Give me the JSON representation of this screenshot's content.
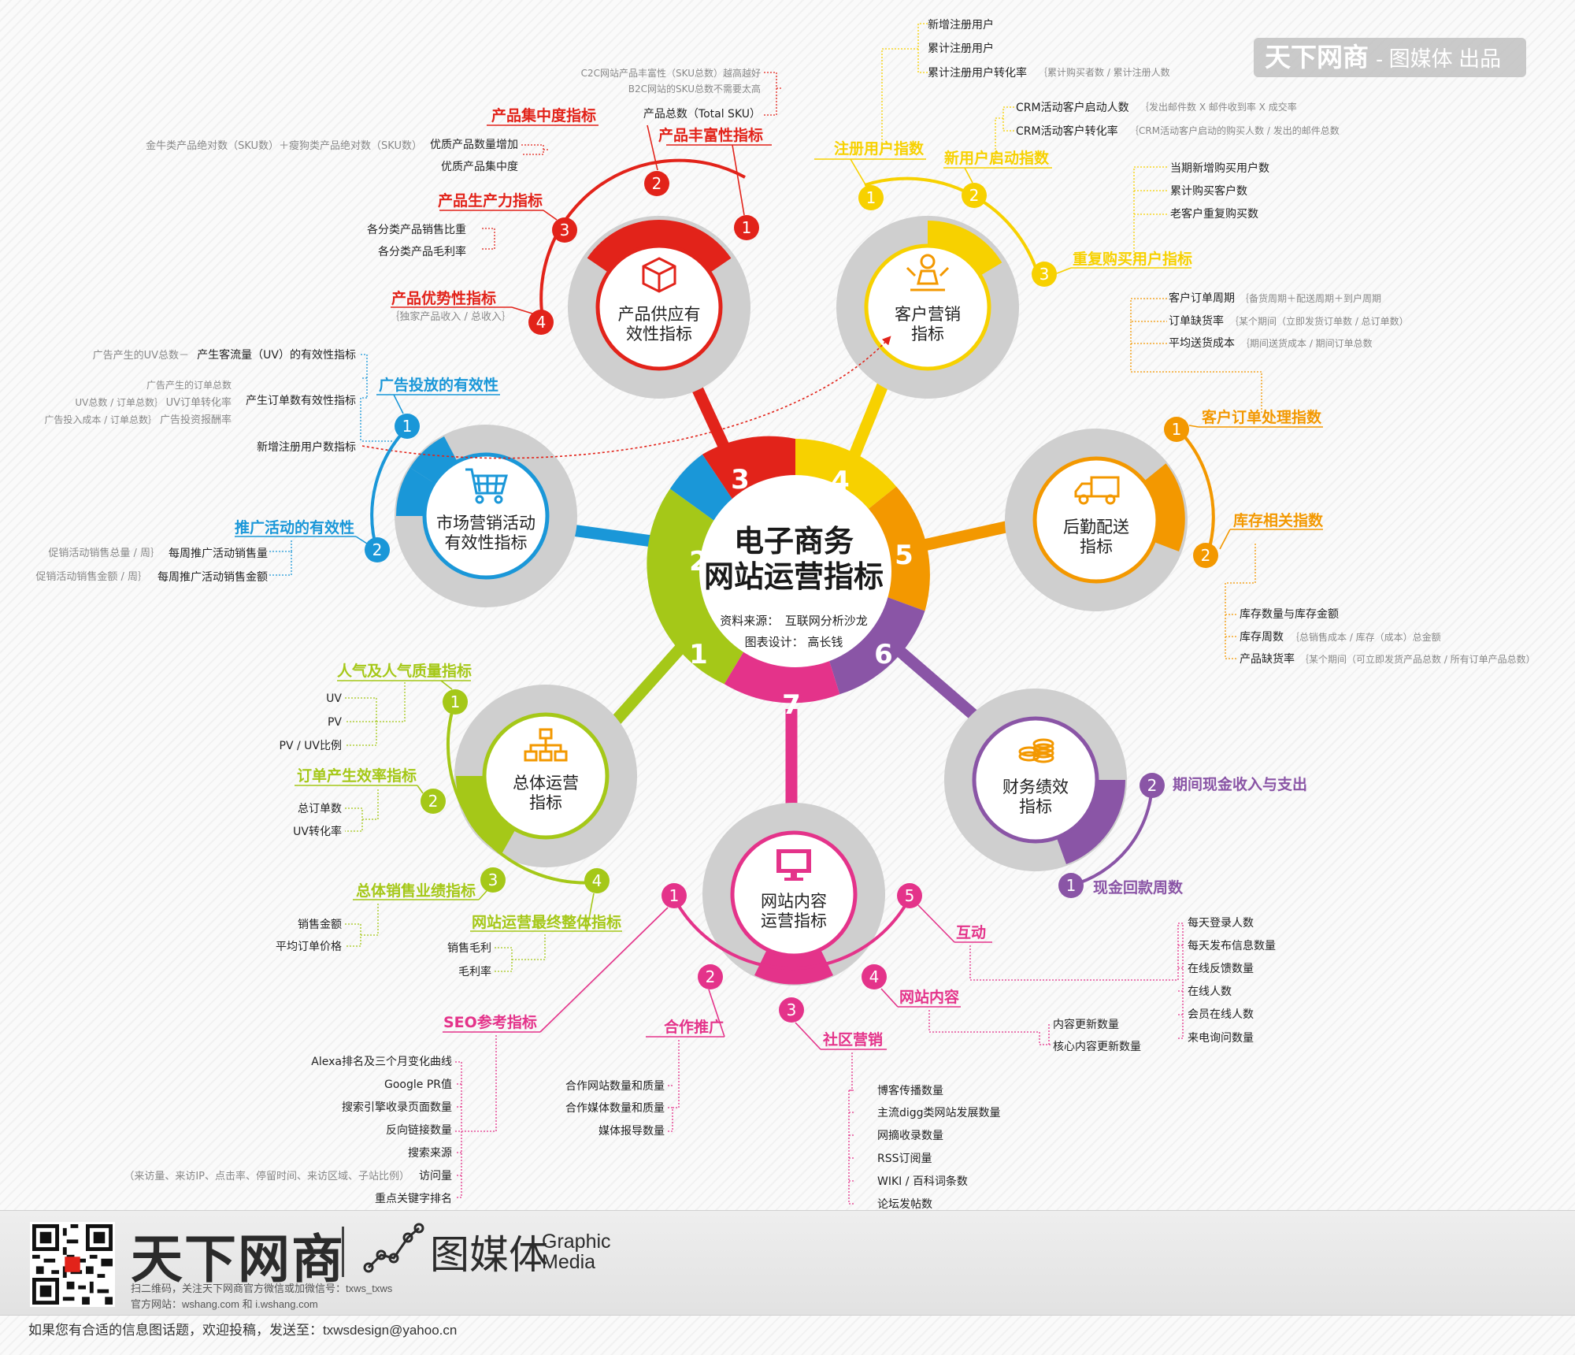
{
  "center": {
    "title_line1": "电子商务",
    "title_line2": "网站运营指标",
    "source": "资料来源：　互联网分析沙龙",
    "designer": "图表设计：  高长钱"
  },
  "segment_numbers": [
    "1",
    "2",
    "3",
    "4",
    "5",
    "6",
    "7"
  ],
  "colors": {
    "red": "#e2231a",
    "yellow": "#f7d100",
    "orange": "#f39800",
    "blue": "#1a97d8",
    "green": "#a5c818",
    "pink": "#e4338a",
    "purple": "#8a55a6",
    "gray": "#c8c8c8"
  },
  "hubs": {
    "supply": {
      "line1": "产品供应有",
      "line2": "效性指标",
      "icon": "box-icon"
    },
    "customer": {
      "line1": "客户营销",
      "line2": "指标",
      "icon": "person-icon"
    },
    "marketing": {
      "line1": "市场营销活动",
      "line2": "有效性指标",
      "icon": "cart-icon"
    },
    "logistics": {
      "line1": "后勤配送",
      "line2": "指标",
      "icon": "truck-icon"
    },
    "overall": {
      "line1": "总体运营",
      "line2": "指标",
      "icon": "org-chart-icon"
    },
    "finance": {
      "line1": "财务绩效",
      "line2": "指标",
      "icon": "coins-icon"
    },
    "content": {
      "line1": "网站内容",
      "line2": "运营指标",
      "icon": "monitor-icon"
    }
  },
  "supply": {
    "nodes": [
      "1",
      "2",
      "3",
      "4"
    ],
    "headers": {
      "richness": "产品丰富性指标",
      "concentration": "产品集中度指标",
      "productivity": "产品生产力指标",
      "advantage": "产品优势性指标"
    },
    "richness_items": [
      "C2C网站产品丰富性（SKU总数）越高越好",
      "B2C网站的SKU总数不需要太高",
      "产品总数（Total SKU）"
    ],
    "conc_note": "金牛类产品绝对数（SKU数）＋瘦狗类产品绝对数（SKU数）",
    "conc_items": [
      "优质产品数量增加",
      "优质产品集中度"
    ],
    "prod_items": [
      "各分类产品销售比重",
      "各分类产品毛利率"
    ],
    "adv_note": "｛独家产品收入 / 总收入｝"
  },
  "customer": {
    "nodes": [
      "1",
      "2",
      "3"
    ],
    "headers": {
      "register": "注册用户指数",
      "new_start": "新用户启动指数",
      "repeat": "重复购买用户指标"
    },
    "register_items": [
      "新增注册用户",
      "累计注册用户",
      "累计注册用户转化率"
    ],
    "register_note": "｛累计购买者数 / 累计注册人数",
    "crm_items": [
      "CRM活动客户启动人数",
      "CRM活动客户转化率"
    ],
    "crm_notes": [
      "｛发出邮件数 X 邮件收到率 X 成交率",
      "｛CRM活动客户启动的购买人数 / 发出的邮件总数"
    ],
    "repeat_items": [
      "当期新增购买用户数",
      "累计购买客户数",
      "老客户重复购买数"
    ]
  },
  "marketing": {
    "nodes": [
      "1",
      "2"
    ],
    "headers": {
      "ads": "广告投放的有效性",
      "promo": "推广活动的有效性"
    },
    "ads_row1_note": "广告产生的UV总数－",
    "ads_row1_label": "产生客流量（UV）的有效性指标",
    "ads_row2_note": "广告产生的订单总数",
    "ads_row2_label": "产生订单数有效性指标",
    "ads_row3_note": "UV总数 / 订单总数｝",
    "ads_row3_label": "UV订单转化率",
    "ads_row4_note": "广告投入成本 / 订单总数｝",
    "ads_row4_label": "广告投资报酬率",
    "ads_row5_label": "新增注册用户数指标",
    "promo_row1_note": "促销活动销售总量 / 周｝",
    "promo_row1_label": "每周推广活动销售量",
    "promo_row2_note": "促销活动销售金额 / 周｝",
    "promo_row2_label": "每周推广活动销售金额"
  },
  "logistics": {
    "nodes": [
      "1",
      "2"
    ],
    "headers": {
      "order": "客户订单处理指数",
      "stock": "库存相关指数"
    },
    "order_items": [
      {
        "label": "客户订单周期",
        "note": "｛备货周期＋配送周期＋到户周期"
      },
      {
        "label": "订单缺货率",
        "note": "｛某个期间（立即发货订单数 / 总订单数）"
      },
      {
        "label": "平均送货成本",
        "note": "｛期间送货成本 / 期间订单总数"
      }
    ],
    "stock_items": [
      {
        "label": "库存数量与库存金额",
        "note": ""
      },
      {
        "label": "库存周数",
        "note": "｛总销售成本 / 库存（成本）总金额"
      },
      {
        "label": "产品缺货率",
        "note": "｛某个期间（可立即发货产品总数 / 所有订单产品总数）"
      }
    ]
  },
  "overall": {
    "nodes": [
      "1",
      "2",
      "3",
      "4"
    ],
    "headers": {
      "traffic": "人气及人气质量指标",
      "order_eff": "订单产生效率指标",
      "sales": "总体销售业绩指标",
      "final": "网站运营最终整体指标"
    },
    "traffic_items": [
      "UV",
      "PV",
      "PV / UV比例"
    ],
    "order_items": [
      "总订单数",
      "UV转化率"
    ],
    "sales_items": [
      "销售金额",
      "平均订单价格"
    ],
    "final_items": [
      "销售毛利",
      "毛利率"
    ]
  },
  "finance": {
    "nodes": [
      "2",
      "1"
    ],
    "headers": {
      "cash": "期间现金收入与支出",
      "payback": "现金回款周数"
    }
  },
  "content": {
    "nodes": [
      "1",
      "2",
      "3",
      "4",
      "5"
    ],
    "headers": {
      "seo": "SEO参考指标",
      "coop": "合作推广",
      "community": "社区营销",
      "site": "网站内容",
      "interact": "互动"
    },
    "seo_items": [
      "Alexa排名及三个月变化曲线",
      "Google PR值",
      "搜索引擎收录页面数量",
      "反向链接数量",
      "搜索来源",
      "访问量",
      "重点关键字排名"
    ],
    "seo_visit_note": "（来访量、来访IP、点击率、停留时间、来访区域、子站比例）",
    "coop_items": [
      "合作网站数量和质量",
      "合作媒体数量和质量",
      "媒体报导数量"
    ],
    "community_items": [
      "博客传播数量",
      "主流digg类网站发展数量",
      "网摘收录数量",
      "RSS订阅量",
      "WIKI / 百科词条数",
      "论坛发帖数"
    ],
    "site_items": [
      "内容更新数量",
      "核心内容更新数量"
    ],
    "interact_items": [
      "每天登录人数",
      "每天发布信息数量",
      "在线反馈数量",
      "在线人数",
      "会员在线人数",
      "来电询问数量"
    ]
  },
  "watermark": {
    "brand": "天下网商",
    "tag": "- 图媒体 出品"
  },
  "footer": {
    "brand": "天下网商",
    "media_cn": "图媒体",
    "media_en1": "Graphic",
    "media_en2": "Media",
    "scan_note": "扫二维码，关注天下网商官方微信或加微信号：txws_txws",
    "site_note": "官方网站：wshang.com 和 i.wshang.com",
    "submit": "如果您有合适的信息图话题，欢迎投稿，发送至：txwsdesign@yahoo.cn"
  }
}
